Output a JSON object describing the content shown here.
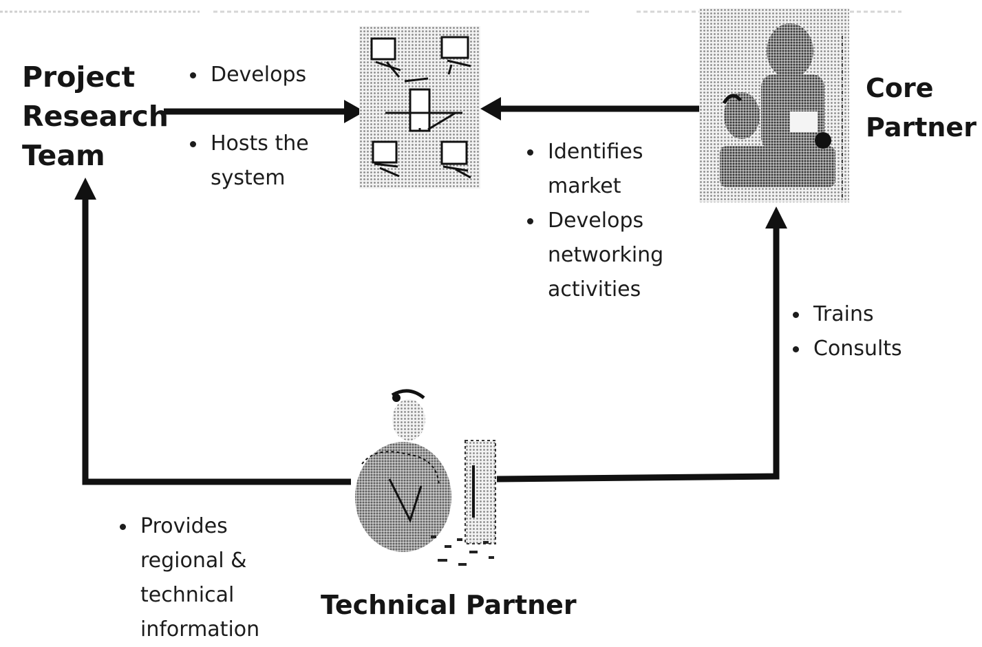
{
  "nodes": {
    "research_team": {
      "label_lines": [
        "Project",
        "Research",
        "Team"
      ]
    },
    "core_partner": {
      "label_lines": [
        "Core",
        "Partner"
      ]
    },
    "technical_partner": {
      "label": "Technical Partner"
    },
    "system_hub": {
      "icon": "networked-computers-icon"
    }
  },
  "edges": {
    "research_to_hub": {
      "bullets": [
        "Develops",
        "Hosts the system"
      ]
    },
    "core_to_hub": {
      "bullets": [
        "Identifies market",
        "Develops networking activities"
      ]
    },
    "tech_to_core": {
      "bullets": [
        "Trains",
        "Consults"
      ]
    },
    "tech_to_research": {
      "bullets": [
        "Provides regional & technical information"
      ]
    }
  },
  "images": {
    "core_partner": "business-people-meeting-icon",
    "technical_partner": "technician-working-icon"
  },
  "colors": {
    "arrow": "#111111",
    "text": "#1c1c1c",
    "halftone": "#9a9a9a"
  }
}
